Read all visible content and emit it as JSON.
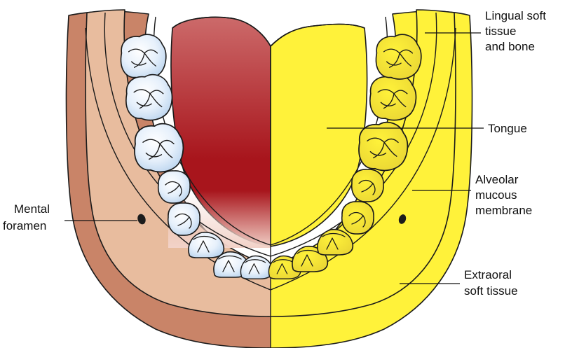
{
  "labels": {
    "lingual": [
      "Lingual soft",
      "tissue",
      "and bone"
    ],
    "tongue": [
      "Tongue"
    ],
    "alveolar": [
      "Alveolar",
      "mucous",
      "membrane"
    ],
    "mental": [
      "Mental",
      "foramen"
    ],
    "extraoral": [
      "Extraoral",
      "soft tissue"
    ]
  },
  "colors": {
    "extraoral_tissue": "#c98468",
    "alveolar_mucosa": "#e8bc9e",
    "tongue_top": "#cc6a6a",
    "tongue_deep": "#a8151c",
    "tooth_light": "#ffffff",
    "tooth_blue": "#b9d3ee",
    "highlight": "#fff23a",
    "tooth_highlight": "#f2df38"
  },
  "icons": {
    "foramen": "small dark oval opening",
    "teeth": "mandibular dental arch"
  }
}
